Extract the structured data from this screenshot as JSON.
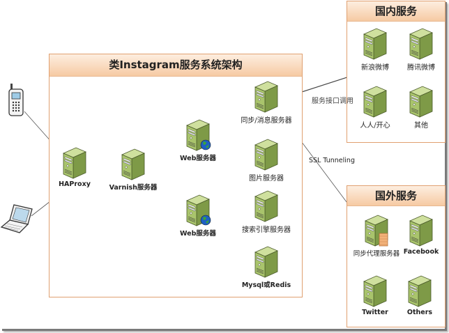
{
  "main_panel": {
    "title": "类Instagram服务系统架构",
    "nodes": {
      "haproxy": "HAProxy",
      "varnish": "Varnish服务器",
      "web1": "Web服务器",
      "web2": "Web服务器",
      "sync_msg": "同步/消息服务器",
      "image": "图片服务器",
      "search": "搜索引擎服务器",
      "db": "Mysql或Redis"
    }
  },
  "domestic_panel": {
    "title": "国内服务",
    "nodes": [
      "新浪微博",
      "腾讯微博",
      "人人/开心",
      "其他"
    ]
  },
  "foreign_panel": {
    "title": "国外服务",
    "nodes": [
      "同步代理服务器",
      "Facebook",
      "Twitter",
      "Others"
    ]
  },
  "edges": {
    "api_call": "服务接口调用",
    "ssl": "SSL Tunneling"
  },
  "colors": {
    "panel_border": "#e0a070",
    "server_front": "#a9c46c",
    "server_side": "#7e9a47",
    "server_top": "#cfe09e"
  }
}
